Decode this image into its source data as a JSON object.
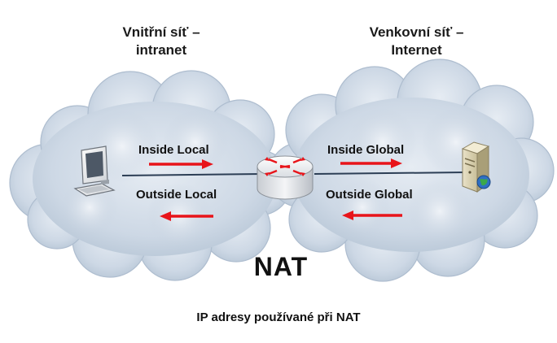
{
  "left_cloud": {
    "title_line1": "Vnitřní síť –",
    "title_line2": "intranet"
  },
  "right_cloud": {
    "title_line1": "Venkovní síť –",
    "title_line2": "Internet"
  },
  "flows": {
    "inside_local": "Inside Local",
    "outside_local": "Outside Local",
    "inside_global": "Inside Global",
    "outside_global": "Outside Global"
  },
  "center_label": "NAT",
  "caption": "IP adresy používané při NAT",
  "colors": {
    "arrow": "#e8141a",
    "cloud_fill": "#c9d5e3",
    "cloud_edge": "#a9b9cc"
  },
  "icons": {
    "left_device": "computer-icon",
    "center_device": "router-icon",
    "right_device": "server-icon"
  }
}
